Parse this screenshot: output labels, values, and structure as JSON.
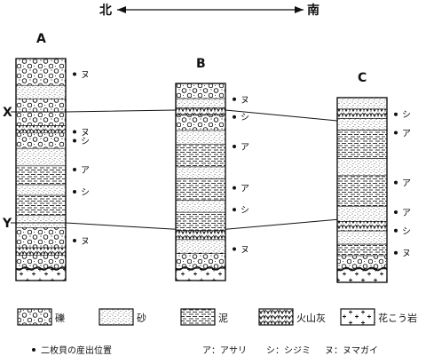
{
  "header": {
    "left": "北",
    "right": "南"
  },
  "columns": [
    {
      "label": "A",
      "layers": [
        {
          "type": "gravel",
          "h": 2
        },
        {
          "type": "sand",
          "h": 1
        },
        {
          "type": "gravel",
          "h": 2
        },
        {
          "type": "volcanic",
          "h": 0.55
        },
        {
          "type": "gravel",
          "h": 1.15
        },
        {
          "type": "sand",
          "h": 1.3
        },
        {
          "type": "mud",
          "h": 1.4
        },
        {
          "type": "sand",
          "h": 0.8
        },
        {
          "type": "mud",
          "h": 1.5
        },
        {
          "type": "sand",
          "h": 0.9
        },
        {
          "type": "gravel",
          "h": 1.5
        },
        {
          "type": "volcanic",
          "h": 0.55
        },
        {
          "type": "gravel",
          "h": 1.0
        },
        {
          "type": "granite",
          "h": 0.9
        }
      ],
      "fossils": [
        {
          "at": 0.07,
          "label": "ヌ"
        },
        {
          "at": 0.33,
          "label": "ヌ"
        },
        {
          "at": 0.37,
          "label": "シ"
        },
        {
          "at": 0.5,
          "label": "ア"
        },
        {
          "at": 0.6,
          "label": "シ"
        },
        {
          "at": 0.82,
          "label": "ヌ"
        }
      ]
    },
    {
      "label": "B",
      "layers": [
        {
          "type": "gravel",
          "h": 1.0
        },
        {
          "type": "sand",
          "h": 0.6
        },
        {
          "type": "volcanic",
          "h": 0.5
        },
        {
          "type": "gravel",
          "h": 1.0
        },
        {
          "type": "sand",
          "h": 0.9
        },
        {
          "type": "mud",
          "h": 1.5
        },
        {
          "type": "sand",
          "h": 0.8
        },
        {
          "type": "mud",
          "h": 1.4
        },
        {
          "type": "sand",
          "h": 0.8
        },
        {
          "type": "mud",
          "h": 1.2
        },
        {
          "type": "volcanic",
          "h": 0.6
        },
        {
          "type": "sand",
          "h": 0.9
        },
        {
          "type": "gravel",
          "h": 1.0
        },
        {
          "type": "granite",
          "h": 0.8
        }
      ],
      "fossils": [
        {
          "at": 0.08,
          "label": "ヌ"
        },
        {
          "at": 0.17,
          "label": "シ"
        },
        {
          "at": 0.32,
          "label": "ア"
        },
        {
          "at": 0.53,
          "label": "ア"
        },
        {
          "at": 0.64,
          "label": "シ"
        },
        {
          "at": 0.84,
          "label": "ヌ"
        }
      ]
    },
    {
      "label": "C",
      "layers": [
        {
          "type": "sand",
          "h": 0.6
        },
        {
          "type": "volcanic",
          "h": 0.5
        },
        {
          "type": "sand",
          "h": 0.6
        },
        {
          "type": "mud",
          "h": 1.5
        },
        {
          "type": "sand",
          "h": 0.9
        },
        {
          "type": "mud",
          "h": 1.6
        },
        {
          "type": "sand",
          "h": 0.8
        },
        {
          "type": "volcanic",
          "h": 0.5
        },
        {
          "type": "sand",
          "h": 0.7
        },
        {
          "type": "mud",
          "h": 0.6
        },
        {
          "type": "gravel",
          "h": 0.7
        },
        {
          "type": "granite",
          "h": 0.7
        }
      ],
      "fossils": [
        {
          "at": 0.09,
          "label": "シ"
        },
        {
          "at": 0.19,
          "label": "ア"
        },
        {
          "at": 0.46,
          "label": "ア"
        },
        {
          "at": 0.62,
          "label": "ア"
        },
        {
          "at": 0.72,
          "label": "シ"
        },
        {
          "at": 0.84,
          "label": "ヌ"
        }
      ]
    }
  ],
  "markers": [
    {
      "label": "X",
      "points": [
        {
          "col": 0,
          "at": 0.24
        },
        {
          "col": 1,
          "at": 0.135
        },
        {
          "col": 2,
          "at": 0.125
        }
      ]
    },
    {
      "label": "Y",
      "points": [
        {
          "col": 0,
          "at": 0.74
        },
        {
          "col": 1,
          "at": 0.74
        },
        {
          "col": 2,
          "at": 0.66
        }
      ]
    }
  ],
  "legend": [
    {
      "type": "gravel",
      "label": "礫"
    },
    {
      "type": "sand",
      "label": "砂"
    },
    {
      "type": "mud",
      "label": "泥"
    },
    {
      "type": "volcanic",
      "label": "火山灰"
    },
    {
      "type": "granite",
      "label": "花こう岩"
    }
  ],
  "note": {
    "bullet": "二枚貝の産出位置",
    "items": [
      "ア：アサリ",
      "シ：シジミ",
      "ヌ：ヌマガイ"
    ]
  }
}
